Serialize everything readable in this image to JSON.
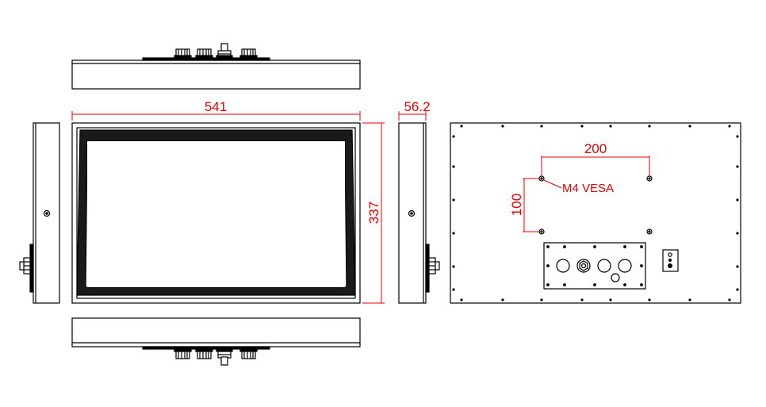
{
  "dimensions": {
    "width": "541",
    "depth": "56.2",
    "height": "337",
    "vesa_horizontal": "200",
    "vesa_vertical": "100",
    "vesa_note": "M4 VESA"
  },
  "colors": {
    "line": "#000000",
    "dimension": "#e60000",
    "fill": "#ffffff",
    "bezel": "#1a1a1a"
  }
}
